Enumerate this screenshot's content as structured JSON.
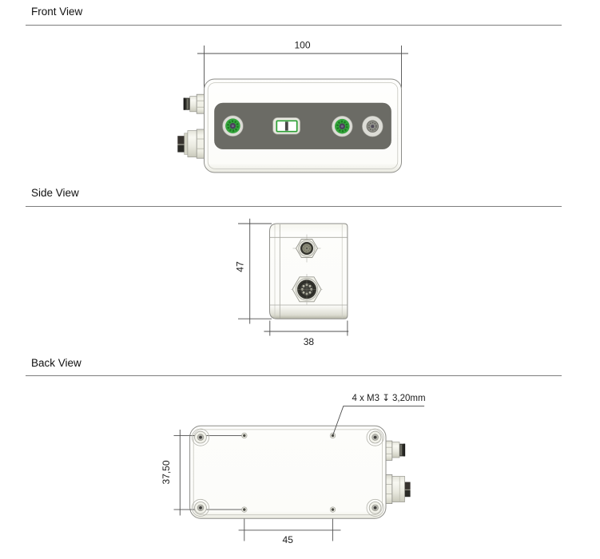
{
  "document": {
    "type": "technical-drawing",
    "background": "#ffffff"
  },
  "sections": [
    {
      "id": "front",
      "title": "Front View"
    },
    {
      "id": "side",
      "title": "Side View"
    },
    {
      "id": "back",
      "title": "Back View"
    }
  ],
  "front_view": {
    "width_dim": "100",
    "features": [
      "connector-m8-side",
      "connector-m12-side",
      "lens-left",
      "status-indicator",
      "lens-right",
      "receptacle-gray"
    ]
  },
  "side_view": {
    "height_dim": "47",
    "width_dim": "38",
    "features": [
      "connector-m8-face",
      "connector-m12-face"
    ]
  },
  "back_view": {
    "vertical_dim": "37,50",
    "horizontal_dim": "45",
    "thread_note": "4 x M3 ↧ 3,20mm",
    "features": [
      "corner-screws",
      "m3-holes",
      "connector-m8-side",
      "connector-m12-side"
    ]
  },
  "colors": {
    "panel_gray": "#6b6b65",
    "ring_light": "#dcdcd6",
    "led_green": "#35a53d",
    "green_dark": "#1c7a22",
    "lens_center": "#49425a",
    "body_fill": "#fdfdfa",
    "outline": "#8e8e8a",
    "dim_line": "#4f4f4f",
    "rule": "#7d7d7d"
  }
}
